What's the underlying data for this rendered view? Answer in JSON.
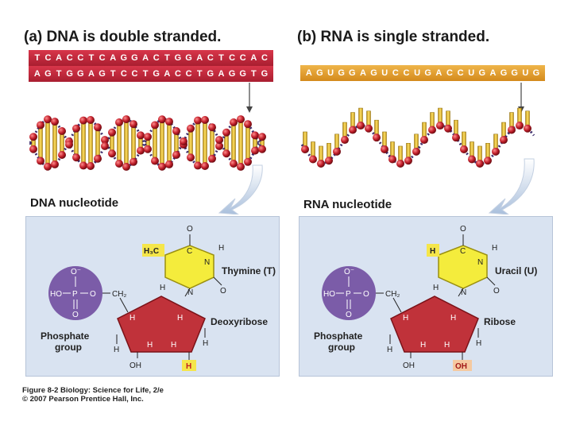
{
  "panel_a": {
    "letter": "(a)",
    "title": "DNA is double stranded.",
    "strand_top": [
      "T",
      "C",
      "A",
      "C",
      "C",
      "T",
      "C",
      "A",
      "G",
      "G",
      "A",
      "C",
      "T",
      "G",
      "G",
      "A",
      "C",
      "T",
      "C",
      "C",
      "A",
      "C"
    ],
    "strand_bottom": [
      "A",
      "G",
      "T",
      "G",
      "G",
      "A",
      "G",
      "T",
      "C",
      "C",
      "T",
      "G",
      "A",
      "C",
      "C",
      "T",
      "G",
      "A",
      "G",
      "G",
      "T",
      "G"
    ],
    "nucleotide_title": "DNA nucleotide",
    "methyl": "H₃C",
    "base_name": "Thymine (T)",
    "sugar_name": "Deoxyribose",
    "sugar_2prime": "H",
    "phosphate_label_1": "Phosphate",
    "phosphate_label_2": "group"
  },
  "panel_b": {
    "letter": "(b)",
    "title": "RNA is single stranded.",
    "strand": [
      "A",
      "G",
      "U",
      "G",
      "G",
      "A",
      "G",
      "U",
      "C",
      "C",
      "U",
      "G",
      "A",
      "C",
      "C",
      "U",
      "G",
      "A",
      "G",
      "G",
      "U",
      "G"
    ],
    "nucleotide_title": "RNA nucleotide",
    "methyl": "H",
    "base_name": "Uracil (U)",
    "sugar_name": "Ribose",
    "sugar_2prime": "OH",
    "phosphate_label_1": "Phosphate",
    "phosphate_label_2": "group"
  },
  "chem": {
    "O": "O",
    "Ominus": "O⁻",
    "P": "P",
    "HO": "HO",
    "CH2": "CH₂",
    "C": "C",
    "N": "N",
    "H": "H",
    "OH": "OH"
  },
  "caption": {
    "line1": "Figure 8-2 Biology: Science for Life, 2/e",
    "line2": "© 2007 Pearson Prentice Hall, Inc."
  },
  "colors": {
    "dna_strand": "#c4283c",
    "rna_strand": "#e2a134",
    "phosphate": "#7b5ca8",
    "base_fill": "#f4ec3c",
    "sugar_fill": "#c0323a",
    "highlight": "#f5e64a",
    "panel_bg": "#d9e3f1"
  }
}
